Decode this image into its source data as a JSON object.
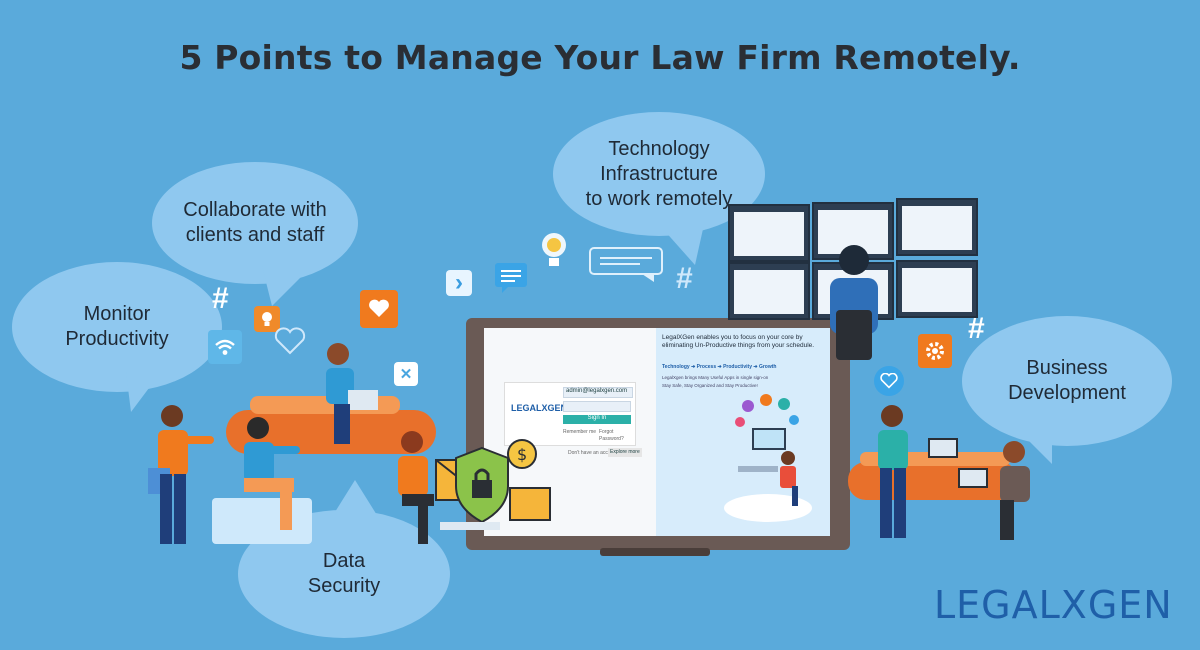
{
  "title": "5 Points to Manage Your Law Firm Remotely.",
  "bubbles": {
    "technology": "Technology\nInfrastructure\nto work remotely",
    "collaborate": "Collaborate with\nclients and staff",
    "monitor": "Monitor\nProductivity",
    "business": "Business\nDevelopment",
    "security": "Data\nSecurity"
  },
  "icons": {
    "hash": "#",
    "close": "✕",
    "arrow": "›",
    "heart": "♥"
  },
  "screen": {
    "headline": "LegalXGen enables you to focus on your core by eliminating Un-Productive things from your schedule.",
    "tagline": "Technology ➔ Process ➔ Productivity ➔ Growth",
    "sub1": "LegalXgen brings Many Useful Apps in single sign-on",
    "sub2": "Stay Safe, Stay Organized and Stay Productive!",
    "login_logo": "LEGALXGEN",
    "email": "admin@legalxgen.com",
    "sign_in": "Sign In",
    "remember": "Remember me",
    "forgot": "Forgot Password?",
    "no_account": "Don't have an account yet?",
    "explore": "Explore more"
  },
  "logo": {
    "left": "LEGAL",
    "x": "X",
    "right": "GEN"
  },
  "colors": {
    "background": "#5aaadb",
    "bubble": "#8fc8ef",
    "orange": "#f07a1e",
    "desk": "#e86f2a",
    "brand": "#1f5fa8"
  }
}
